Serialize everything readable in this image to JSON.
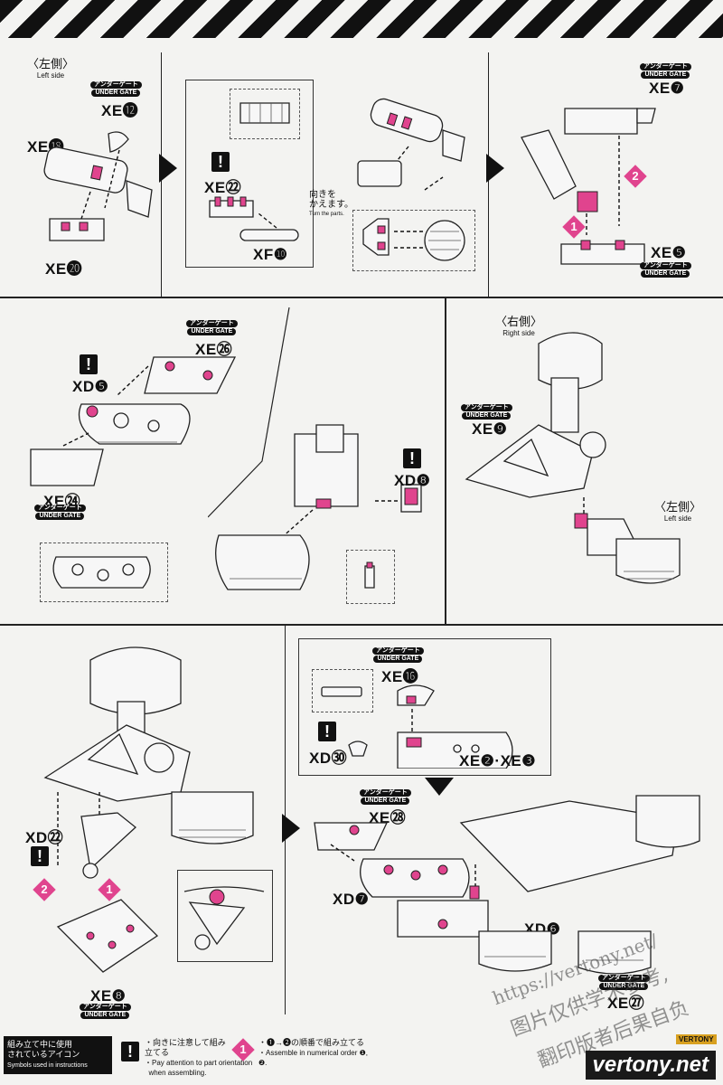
{
  "labels": {
    "left_side_jp": "〈左側〉",
    "left_side_en": "Left side",
    "right_side_jp": "〈右側〉",
    "right_side_en": "Right side",
    "left_side2_jp": "〈左側〉",
    "left_side2_en": "Left side",
    "under_gate_jp": "アンダーゲート",
    "under_gate_en": "UNDER GATE",
    "turn_jp": "向きを\nかえます。",
    "turn_en": "Turn the parts."
  },
  "parts": {
    "xe12": "XE⓬",
    "xe18": "XE⓲",
    "xe20": "XE⓴",
    "xe22": "XE㉒",
    "xf10": "XF❿",
    "xe7": "XE❼",
    "xe5": "XE❺",
    "xe26": "XE㉖",
    "xd5": "XD❺",
    "xe24": "XE㉔",
    "xd8": "XD❽",
    "xe9": "XE❾",
    "xe16": "XE⓰",
    "xd30": "XD㉚",
    "xe2_3": "XE❷·XE❸",
    "xd22": "XD㉒",
    "xe28": "XE㉘",
    "xd7": "XD❼",
    "xd6": "XD❻",
    "xe27": "XE㉗",
    "xe8": "XE❽"
  },
  "steps": {
    "one": "1",
    "two": "2"
  },
  "footer": {
    "icons_jp": "組み立て中に使用\nされているアイコン",
    "icons_en": "Symbols used in instructions",
    "orient_jp": "・向きに注意して組み立てる",
    "orient_en": "・Pay attention to part orientation\n  when assembling.",
    "order_jp": "・❶→❷の順番で組み立てる",
    "order_en": "・Assemble in numerical order ❶, ❷.",
    "brand": "vertony.net",
    "brand_small": "VERTONY"
  },
  "watermark": {
    "url": "https://vertony.net/",
    "line1": "图片仅供学术参考,",
    "line2": "翻印版者后果自负"
  }
}
